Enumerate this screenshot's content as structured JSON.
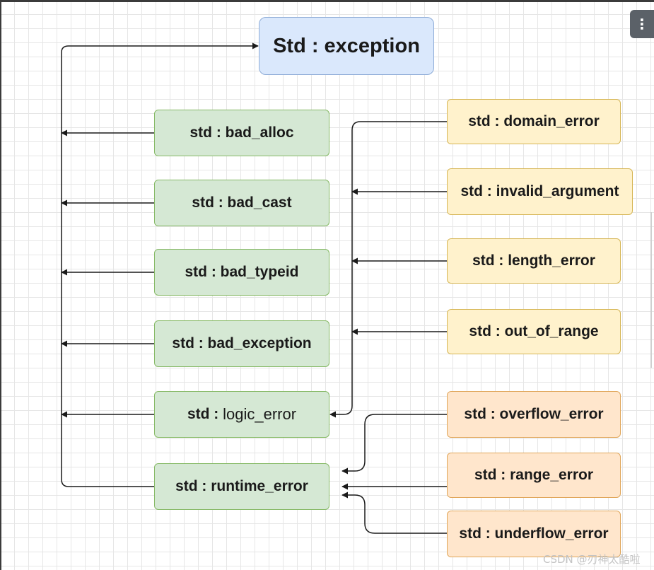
{
  "nodes": {
    "root": "Std : exception",
    "bad_alloc": "std : bad_alloc",
    "bad_cast": "std : bad_cast",
    "bad_typeid": "std : bad_typeid",
    "bad_exception": "std : bad_exception",
    "logic_error_prefix": "std : ",
    "logic_error_name": "logic_error",
    "runtime_error": "std : runtime_error",
    "domain_error": "std : domain_error",
    "invalid_argument": "std : invalid_argument",
    "length_error": "std : length_error",
    "out_of_range": "std : out_of_range",
    "overflow_error": "std : overflow_error",
    "range_error": "std : range_error",
    "underflow_error": "std : underflow_error"
  },
  "menu_icon": "more-vertical-icon",
  "menu_glyph": "⋮",
  "watermark": "CSDN @刃神太酷啦",
  "colors": {
    "root_fill": "#dae8fc",
    "green_fill": "#d5e8d4",
    "yellow_fill": "#fff2cc",
    "orange_fill": "#ffe6cc",
    "connector": "#1a1a1a"
  }
}
